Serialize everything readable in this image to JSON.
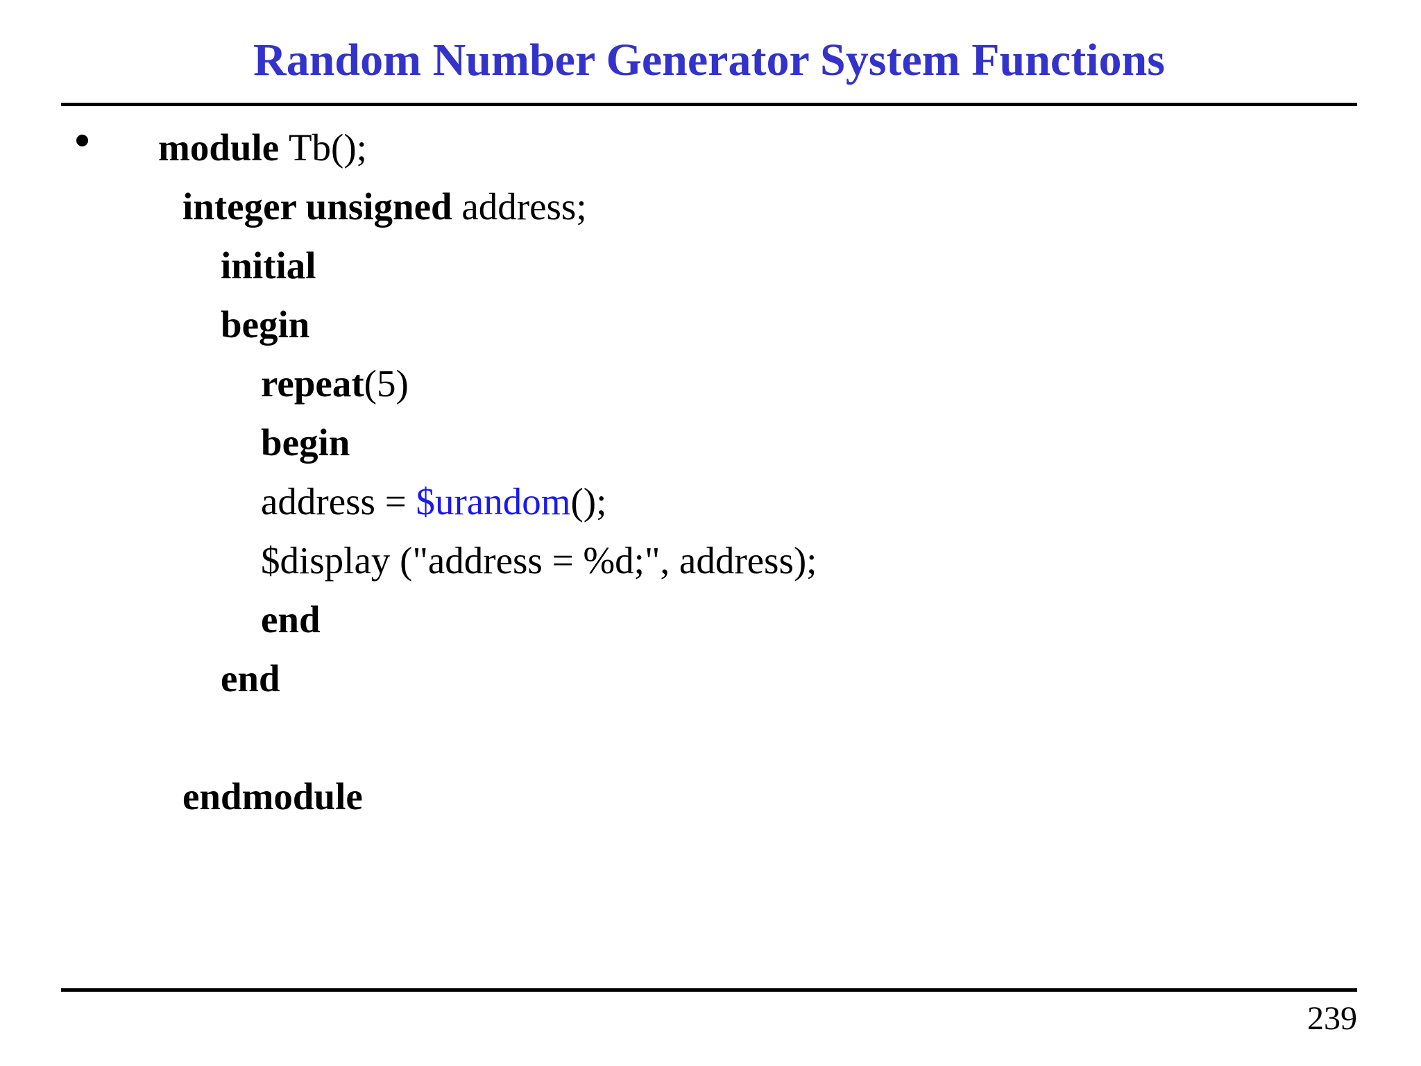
{
  "slide": {
    "title": "Random Number Generator System Functions",
    "title_color": "#3333cc",
    "page_number": "239",
    "background": "#ffffff"
  },
  "code": {
    "accent_color": "#1a1aee",
    "lines": [
      {
        "indent": 0,
        "bullet": true,
        "parts": [
          {
            "text": "module ",
            "style": "kw"
          },
          {
            "text": "Tb();",
            "style": "plain"
          }
        ]
      },
      {
        "indent": 1,
        "bullet": false,
        "parts": [
          {
            "text": "integer unsigned ",
            "style": "kw"
          },
          {
            "text": "address;",
            "style": "plain"
          }
        ]
      },
      {
        "indent": 2,
        "bullet": false,
        "parts": [
          {
            "text": "initial",
            "style": "kw"
          }
        ]
      },
      {
        "indent": 2,
        "bullet": false,
        "parts": [
          {
            "text": "begin",
            "style": "kw"
          }
        ]
      },
      {
        "indent": 3,
        "bullet": false,
        "parts": [
          {
            "text": "repeat",
            "style": "kw"
          },
          {
            "text": "(5)",
            "style": "plain"
          }
        ]
      },
      {
        "indent": 3,
        "bullet": false,
        "parts": [
          {
            "text": "begin",
            "style": "kw"
          }
        ]
      },
      {
        "indent": 3,
        "bullet": false,
        "parts": [
          {
            "text": "address = ",
            "style": "plain"
          },
          {
            "text": "$urandom",
            "style": "sysfn"
          },
          {
            "text": "();",
            "style": "plain"
          }
        ]
      },
      {
        "indent": 3,
        "bullet": false,
        "parts": [
          {
            "text": "$display (\"address = %d;\", address);",
            "style": "plain"
          }
        ]
      },
      {
        "indent": 3,
        "bullet": false,
        "parts": [
          {
            "text": "end",
            "style": "kw"
          }
        ]
      },
      {
        "indent": 2,
        "bullet": false,
        "parts": [
          {
            "text": "end",
            "style": "kw"
          }
        ]
      },
      {
        "indent": 1,
        "bullet": false,
        "blank": true,
        "parts": []
      },
      {
        "indent": 1,
        "bullet": false,
        "parts": [
          {
            "text": "endmodule",
            "style": "kw"
          }
        ]
      }
    ]
  }
}
